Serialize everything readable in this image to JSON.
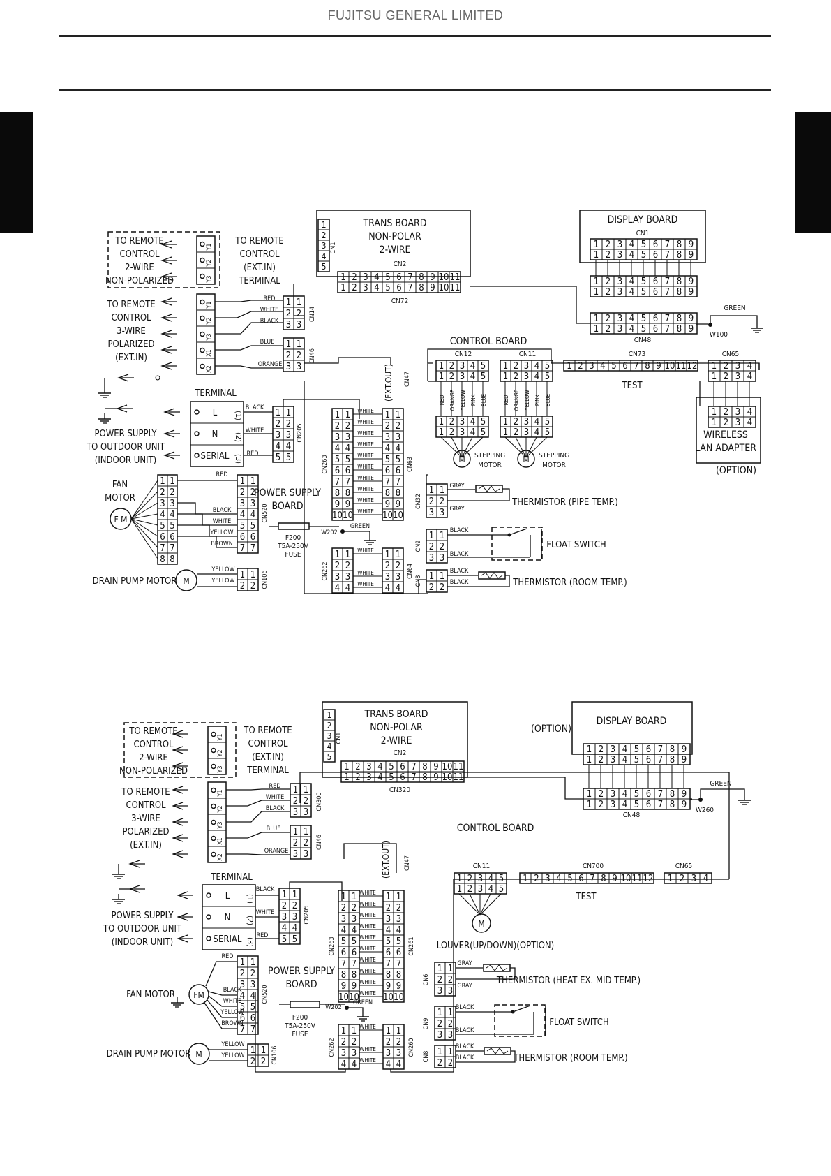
{
  "header": {
    "company": "FUJITSU GENERAL LIMITED"
  },
  "diagram1": {
    "trans_board": [
      "TRANS BOARD",
      "NON-POLAR",
      "2-WIRE"
    ],
    "cn1": "CN1",
    "cn2": "CN2",
    "cn72": "CN72",
    "display_board": "DISPLAY BOARD",
    "disp_cn1": "CN1",
    "cn48": "CN48",
    "green": "GREEN",
    "w100": "W100",
    "remote2_left": [
      "TO REMOTE",
      "CONTROL",
      "2-WIRE",
      "NON-POLARIZED"
    ],
    "remote2_right": [
      "TO REMOTE",
      "CONTROL",
      "(EXT.IN)",
      "TERMINAL"
    ],
    "remote3_left": [
      "TO REMOTE",
      "CONTROL",
      "3-WIRE",
      "POLARIZED",
      "(EXT.IN)"
    ],
    "term_ids_2w": [
      "Y1",
      "Y2",
      "Y3"
    ],
    "term_ids_3w": [
      "Y1",
      "Y2",
      "Y3",
      "X1",
      "X2"
    ],
    "cn14": "CN14",
    "cn46": "CN46",
    "cn47": "CN47",
    "wires_cn14": [
      "RED",
      "WHITE",
      "BLACK"
    ],
    "wires_cn46": [
      "BLUE",
      "ORANGE"
    ],
    "ext_out": "(EXT.OUT)",
    "control_board": "CONTROL BOARD",
    "cn12": "CN12",
    "cn11": "CN11",
    "cn73": "CN73",
    "cn65": "CN65",
    "test": "TEST",
    "motor_colors": [
      "RED",
      "ORANGE",
      "YELLOW",
      "PINK",
      "BLUE"
    ],
    "stepping_motor": [
      "STEPPING",
      "MOTOR"
    ],
    "motor_m": "M",
    "wireless": [
      "WIRELESS",
      "LAN ADAPTER"
    ],
    "option": "(OPTION)",
    "terminal": "TERMINAL",
    "terminal_symbols": [
      "L",
      "N",
      "SERIAL"
    ],
    "terminal_nums": [
      "(1)",
      "(2)",
      "(3)"
    ],
    "power_supply": [
      "POWER SUPPLY",
      "TO OUTDOOR UNIT",
      "(INDOOR UNIT)"
    ],
    "cn205": "CN205",
    "wires_cn205": [
      "BLACK",
      "WHITE",
      "RED"
    ],
    "cn263": "CN263",
    "cn63": "CN63",
    "cn262": "CN262",
    "cn64": "CN64",
    "white": "WHITE",
    "fan_motor": [
      "FAN",
      "MOTOR"
    ],
    "fm": "F M",
    "fan_wires": [
      "RED",
      "BLACK",
      "WHITE",
      "YELLOW",
      "BROWN"
    ],
    "cn520": "CN520",
    "psu_board": [
      "POWER SUPPLY",
      "BOARD"
    ],
    "fuse": [
      "F200",
      "T5A-250V",
      "FUSE"
    ],
    "w202": "W202",
    "drain_pump": "DRAIN PUMP MOTOR",
    "cn106": "CN106",
    "drain_wires": [
      "YELLOW",
      "YELLOW"
    ],
    "cn32": "CN32",
    "cn9": "CN9",
    "cn8": "CN8",
    "gray": "GRAY",
    "black": "BLACK",
    "thermistor_pipe": "THERMISTOR (PIPE TEMP.)",
    "float_switch": "FLOAT SWITCH",
    "thermistor_room": "THERMISTOR (ROOM TEMP.)"
  },
  "diagram2": {
    "trans_board": [
      "TRANS BOARD",
      "NON-POLAR",
      "2-WIRE"
    ],
    "cn1": "CN1",
    "cn2": "CN2",
    "cn320": "CN320",
    "option_top": "(OPTION)",
    "display_board": "DISPLAY BOARD",
    "cn48": "CN48",
    "green": "GREEN",
    "w260": "W260",
    "remote2_left": [
      "TO REMOTE",
      "CONTROL",
      "2-WIRE",
      "NON-POLARIZED"
    ],
    "remote2_right": [
      "TO REMOTE",
      "CONTROL",
      "(EXT.IN)",
      "TERMINAL"
    ],
    "remote3_left": [
      "TO REMOTE",
      "CONTROL",
      "3-WIRE",
      "POLARIZED",
      "(EXT.IN)"
    ],
    "term_ids_2w": [
      "Y1",
      "Y2",
      "Y3"
    ],
    "term_ids_3w": [
      "Y1",
      "Y2",
      "Y3",
      "X1",
      "X2"
    ],
    "cn300": "CN300",
    "cn46": "CN46",
    "cn47": "CN47",
    "wires_cn300": [
      "RED",
      "WHITE",
      "BLACK"
    ],
    "wires_cn46": [
      "BLUE",
      "ORANGE"
    ],
    "ext_out": "(EXT.OUT)",
    "control_board": "CONTROL BOARD",
    "cn11": "CN11",
    "cn700": "CN700",
    "cn65": "CN65",
    "test": "TEST",
    "louver": "LOUVER(UP/DOWN)(OPTION)",
    "motor_m": "M",
    "terminal": "TERMINAL",
    "terminal_symbols": [
      "L",
      "N",
      "SERIAL"
    ],
    "terminal_nums": [
      "(1)",
      "(2)",
      "(3)"
    ],
    "power_supply": [
      "POWER SUPPLY",
      "TO OUTDOOR UNIT",
      "(INDOOR UNIT)"
    ],
    "cn205": "CN205",
    "wires_cn205": [
      "BLACK",
      "WHITE",
      "RED"
    ],
    "cn263": "CN263",
    "cn261": "CN261",
    "cn262": "CN262",
    "cn260": "CN260",
    "white": "WHITE",
    "fan_motor": "FAN MOTOR",
    "fm": "FM",
    "fan_wires": [
      "RED",
      "BLACK",
      "WHITE",
      "YELLOW",
      "BROWN"
    ],
    "cn520": "CN520",
    "psu_board": [
      "POWER SUPPLY",
      "BOARD"
    ],
    "fuse": [
      "F200",
      "T5A-250V",
      "FUSE"
    ],
    "w202": "W202",
    "drain_pump": "DRAIN PUMP MOTOR",
    "cn106": "CN106",
    "drain_wires": [
      "YELLOW",
      "YELLOW"
    ],
    "cn6": "CN6",
    "cn9": "CN9",
    "cn8": "CN8",
    "gray": "GRAY",
    "black": "BLACK",
    "thermistor_heat": "THERMISTOR (HEAT EX. MID TEMP.)",
    "float_switch": "FLOAT SWITCH",
    "thermistor_room": "THERMISTOR (ROOM TEMP.)"
  }
}
